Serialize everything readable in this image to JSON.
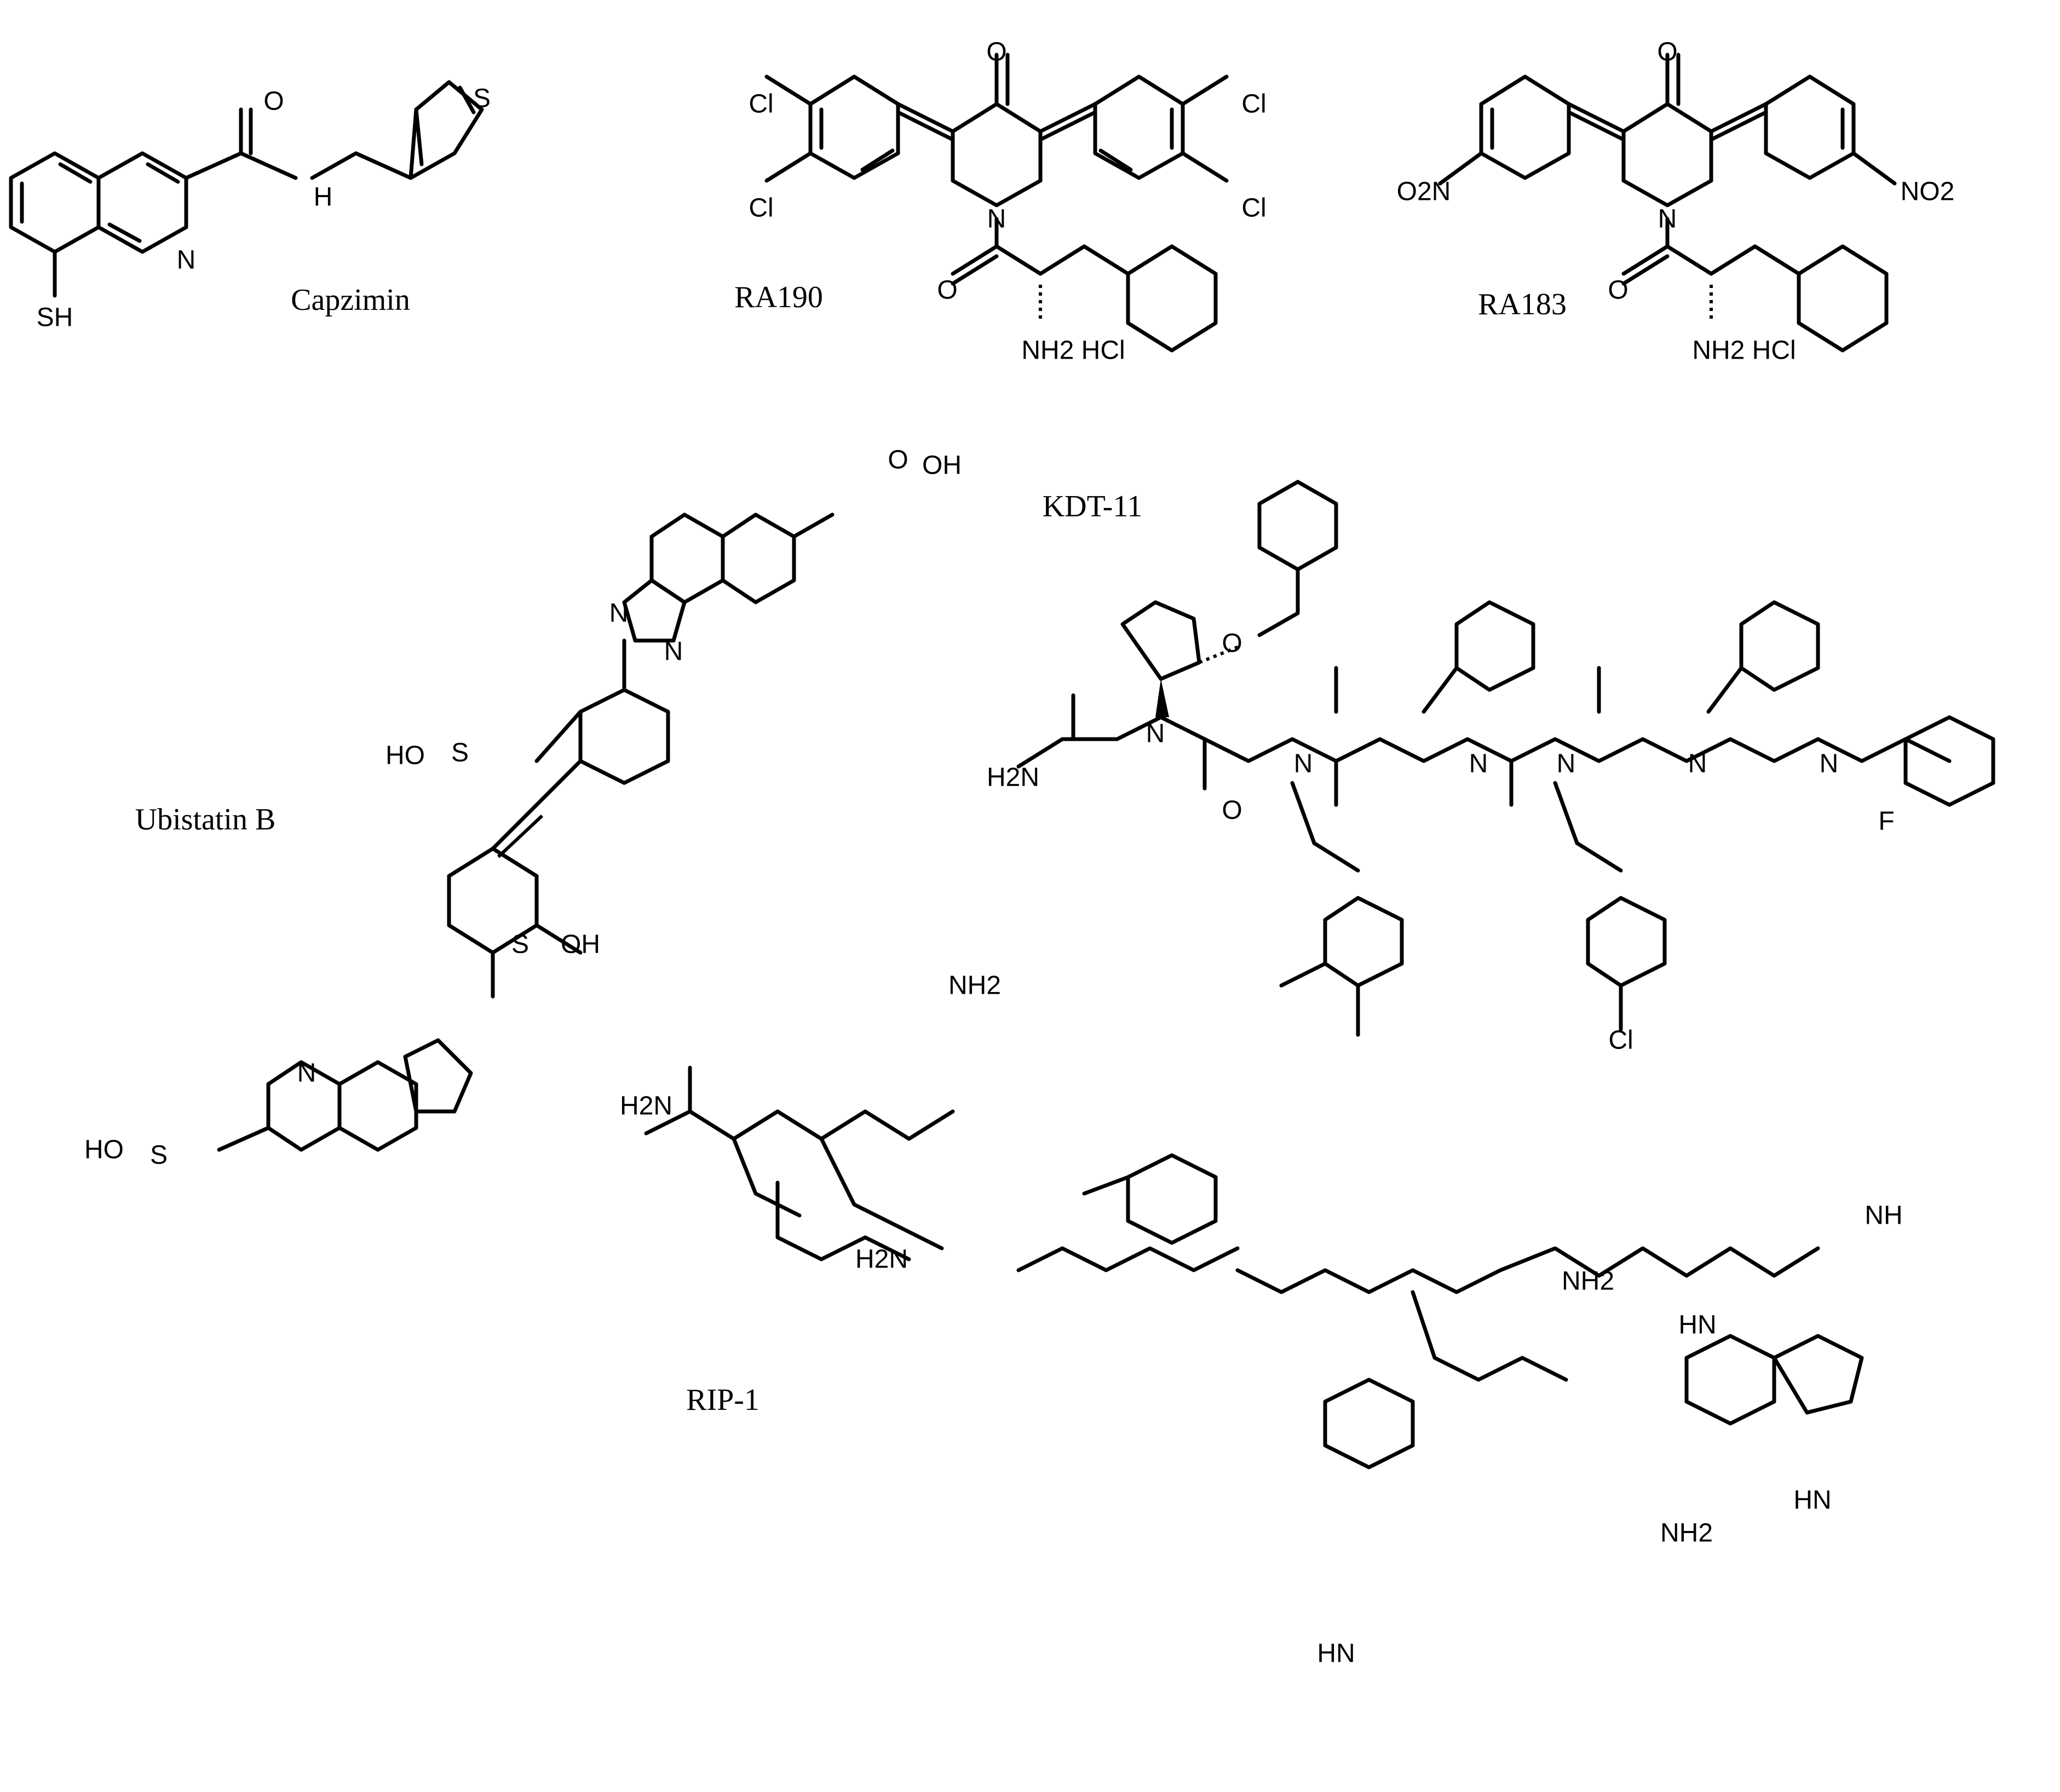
{
  "compound_names": {
    "capzimin": "Capzimin",
    "ra190": "RA190",
    "ra183": "RA183",
    "kdt11": "KDT-11",
    "ubistatin_b": "Ubistatin B",
    "rip1": "RIP-1"
  },
  "atom_labels": {
    "O": "O",
    "N": "N",
    "S": "S",
    "F": "F",
    "Cl": "Cl",
    "H": "H",
    "HN": "HN",
    "NH": "NH",
    "OH": "OH",
    "HO": "HO",
    "SH": "SH",
    "NH2": "NH2",
    "H2N": "H2N",
    "O2N": "O2N",
    "NO2": "NO2",
    "NH2HCl": "NH2 HCl"
  }
}
